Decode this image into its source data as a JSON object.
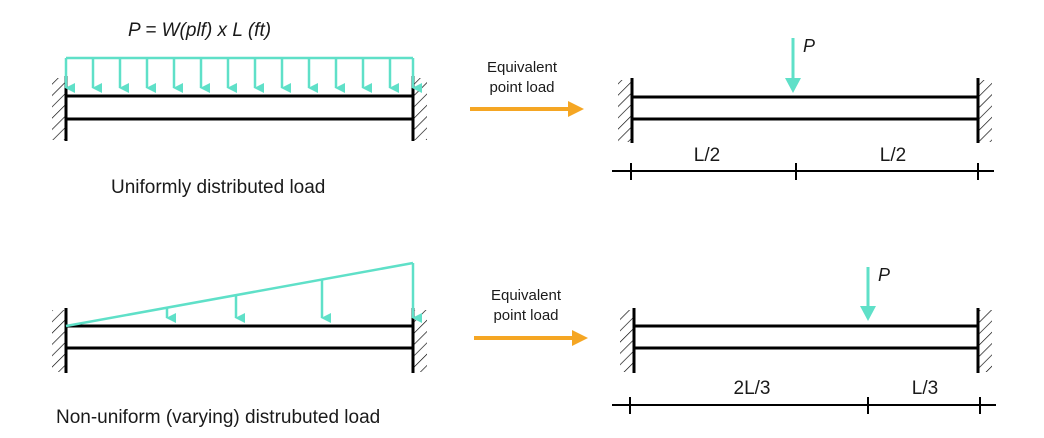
{
  "top": {
    "formula": "P = W(plf) x L (ft)",
    "caption": "Uniformly distributed load",
    "arrow_label_line1": "Equivalent",
    "arrow_label_line2": "point load",
    "point_load_label": "P",
    "dim_left": "L/2",
    "dim_right": "L/2"
  },
  "bottom": {
    "caption": "Non-uniform (varying) distrubuted load",
    "arrow_label_line1": "Equivalent",
    "arrow_label_line2": "point load",
    "point_load_label": "P",
    "dim_left": "2L/3",
    "dim_right": "L/3"
  },
  "colors": {
    "load": "#5fe0c8",
    "arrow": "#f5a623",
    "beam": "#000000"
  }
}
